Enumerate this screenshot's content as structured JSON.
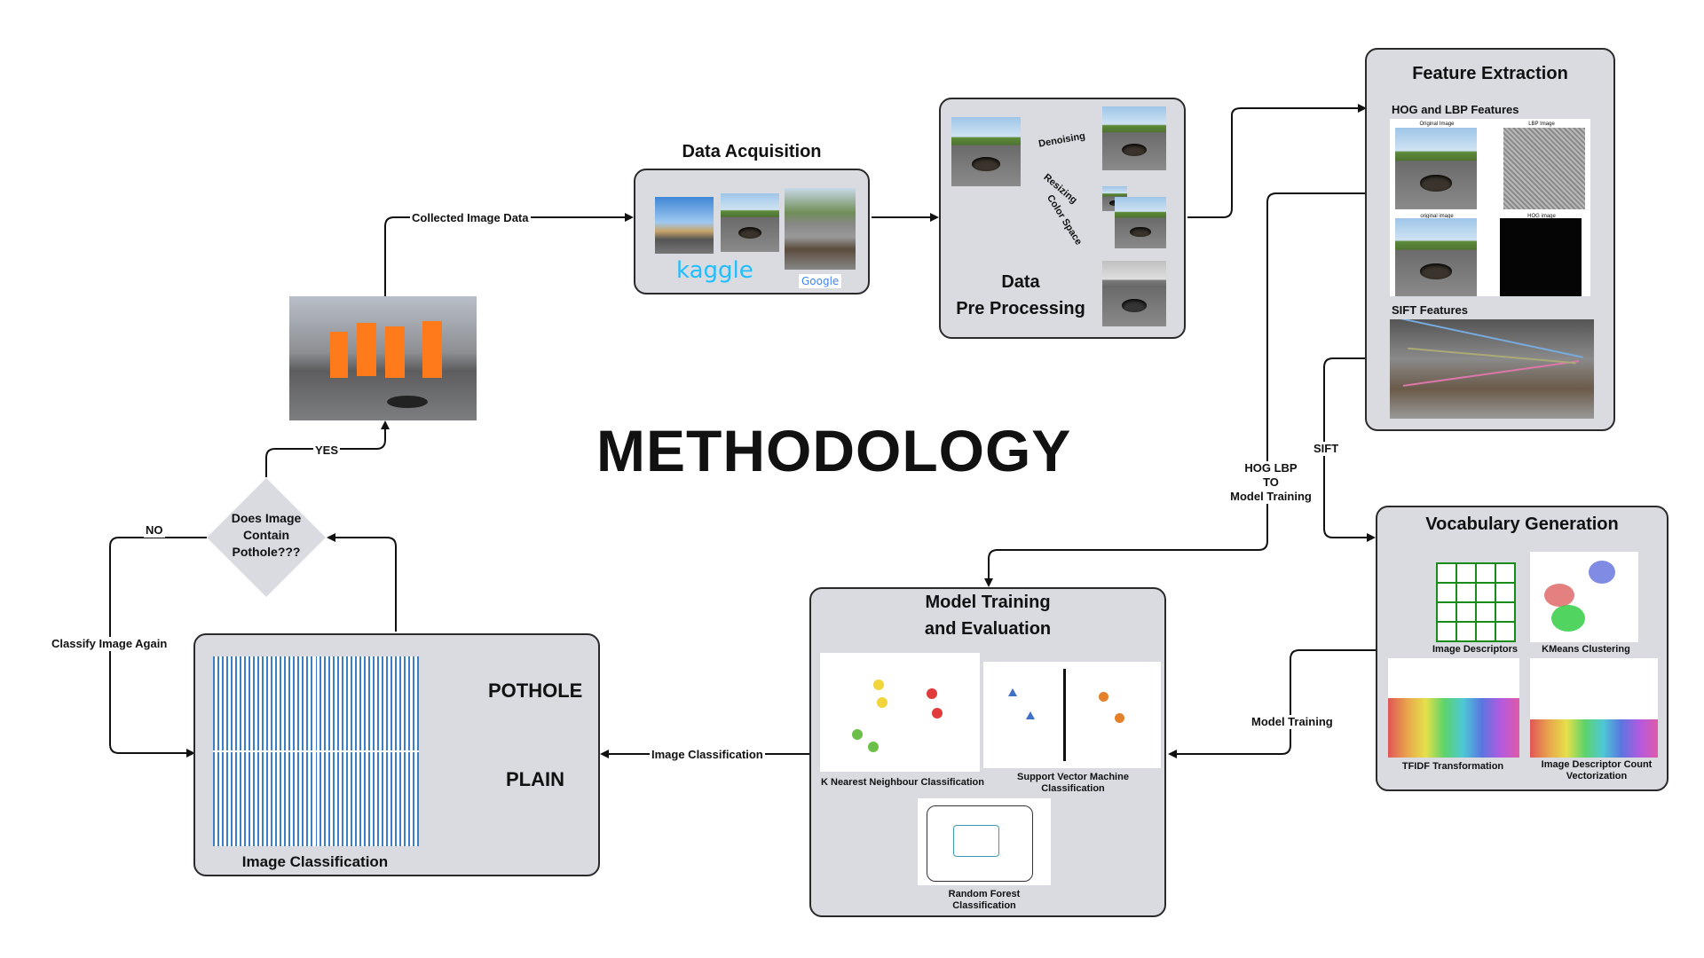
{
  "title": "METHODOLOGY",
  "colors": {
    "box_fill": "#d9dbe1",
    "box_border": "#2a2a2a",
    "kaggle": "#20beff",
    "arrow": "#111111"
  },
  "boxes": {
    "data_acquisition": {
      "title": "Data Acquisition",
      "kaggle": "kaggle",
      "google": "Google"
    },
    "preprocessing": {
      "title": "Data\nPre Processing",
      "steps": [
        "Denoising",
        "Resizing",
        "Color Space"
      ]
    },
    "feature_extraction": {
      "title": "Feature Extraction",
      "hog_lbp": "HOG and LBP Features",
      "sift": "SIFT Features",
      "img_labels": [
        "Original Image",
        "LBP Image",
        "original image",
        "HOG image"
      ]
    },
    "vocabulary": {
      "title": "Vocabulary Generation",
      "captions": [
        "Image Descriptors",
        "KMeans Clustering",
        "TFIDF Transformation",
        "Image Descriptor Count\nVectorization"
      ]
    },
    "model_training": {
      "title": "Model Training\nand  Evaluation",
      "captions": [
        "K Nearest Neighbour Classification",
        "Support Vector Machine\nClassification",
        "Random Forest\nClassification"
      ]
    },
    "image_classification": {
      "title": "Image Classification",
      "outputs": [
        "POTHOLE",
        "PLAIN"
      ]
    }
  },
  "decision": {
    "text": "Does Image\nContain\nPothole???",
    "yes": "YES",
    "no": "NO"
  },
  "edges": {
    "collected": "Collected Image Data",
    "hog_lbp_to_training": "HOG LBP\nTO\nModel Training",
    "sift": "SIFT",
    "model_training": "Model Training",
    "image_classification": "Image Classification",
    "classify_again": "Classify Image Again"
  }
}
